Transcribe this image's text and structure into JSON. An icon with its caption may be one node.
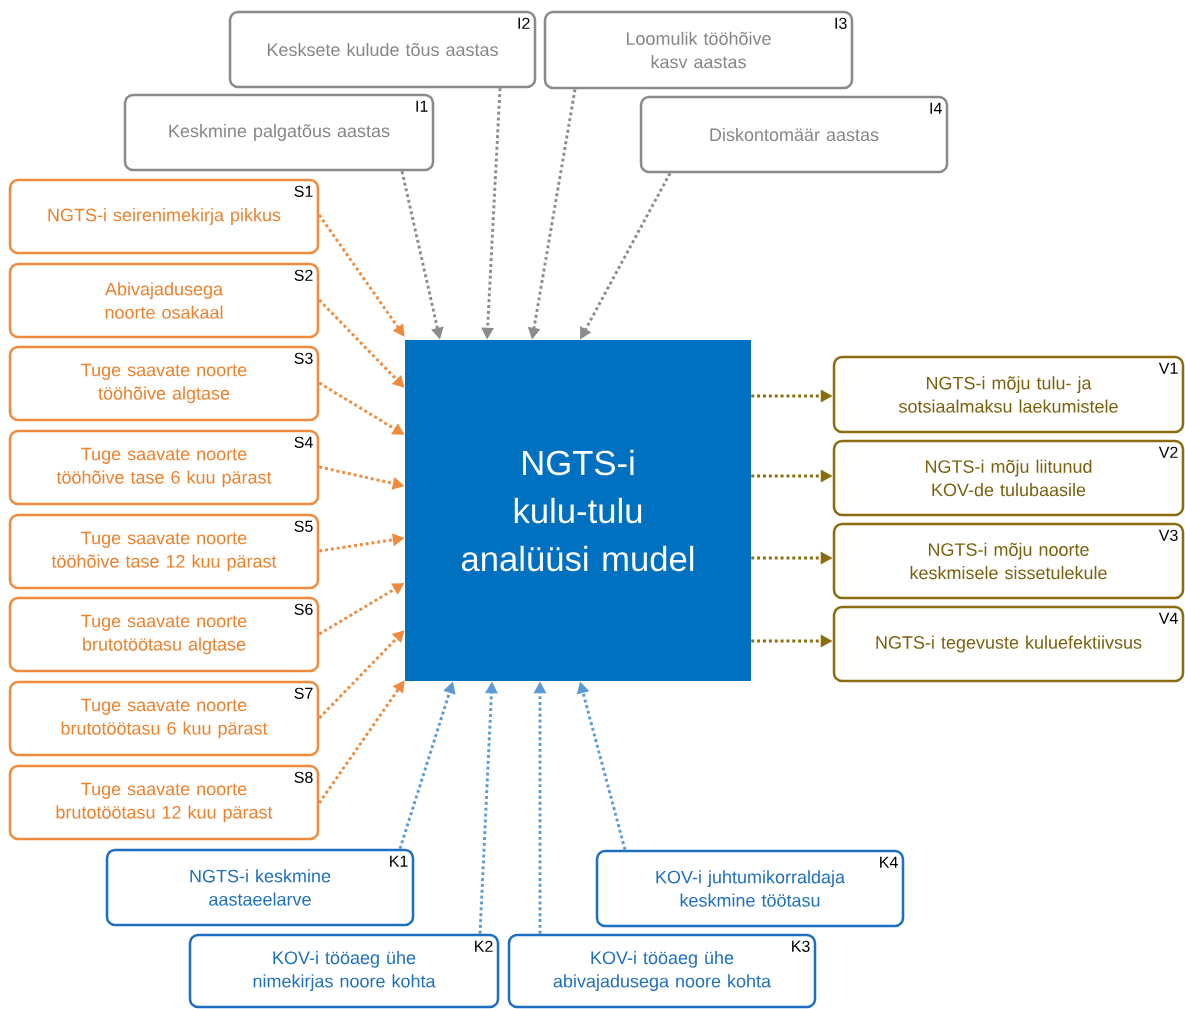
{
  "diagram": {
    "nodes": [
      {
        "text": [
          "Kesksete kulude tõus aastas",
          "I2"
        ]
      },
      {
        "text": [
          "Loomulik tööhõive kasv aastas",
          "I3"
        ]
      },
      {
        "text": [
          "Keskmine palgatõus aastas",
          "I1"
        ]
      },
      {
        "text": [
          "Diskontomäär aastas",
          "I4"
        ]
      },
      {
        "text": [
          "NGTS-i seirenimekirja pikkus",
          "S1"
        ]
      },
      {
        "text": [
          "Abivajadusega noorte osakaal",
          "S2"
        ]
      },
      {
        "text": [
          "Tuge saavate noorte tööhõive algtase",
          "S3"
        ]
      },
      {
        "text": [
          "Tuge saavate noorte tööhõive tase 6 kuu pärast",
          "S4"
        ]
      },
      {
        "text": [
          "Tuge saavate noorte tööhõive tase 12 kuu pärast",
          "S5"
        ]
      },
      {
        "text": [
          "Tuge saavate noorte brutotöötasu algtase",
          "S6"
        ]
      },
      {
        "text": [
          "Tuge saavate noorte brutotöötasu 6 kuu pärast",
          "S7"
        ]
      },
      {
        "text": [
          "Tuge saavate noorte brutotöötasu 12 kuu pärast",
          "S8"
        ]
      },
      {
        "text": [
          "NGTS-i kulu-tulu analüüsi mudel"
        ]
      },
      {
        "text": [
          "NGTS-i mõju tulu- ja sotsiaalmaksu laekumistele",
          "V1"
        ]
      },
      {
        "text": [
          "NGTS-i mõju liitunud KOV-de tulubaasile",
          "V2"
        ]
      },
      {
        "text": [
          "NGTS-i mõju noorte keskmisele sissetulekule",
          "V3"
        ]
      },
      {
        "text": [
          "NGTS-i tegevuste kuluefektiivsus",
          "V4"
        ]
      },
      {
        "text": [
          "NGTS-i keskmine aastaeelarve",
          "K1"
        ]
      },
      {
        "text": [
          "KOV-i juhtumikorraldaja keskmine töötasu",
          "K4"
        ]
      },
      {
        "text": [
          "KOV-i tööaeg ühe nimekirjas noore kohta",
          "K2"
        ]
      },
      {
        "text": [
          "KOV-i tööaeg ühe abivajadusega noore kohta",
          "K3"
        ]
      }
    ],
    "edges": [
      {
        "from": 2,
        "to": 12,
        "arrow": "to",
        "color": "#8c8c8c"
      },
      {
        "from": 0,
        "to": 12,
        "arrow": "to",
        "color": "#8c8c8c"
      },
      {
        "from": 1,
        "to": 12,
        "arrow": "to",
        "color": "#8c8c8c"
      },
      {
        "from": 3,
        "to": 12,
        "arrow": "to",
        "color": "#8c8c8c"
      },
      {
        "from": 4,
        "to": 12,
        "arrow": "to"
      },
      {
        "from": 5,
        "to": 12,
        "arrow": "to"
      },
      {
        "from": 6,
        "to": 12,
        "arrow": "to"
      },
      {
        "from": 7,
        "to": 12,
        "arrow": "to"
      },
      {
        "from": 8,
        "to": 12,
        "arrow": "to"
      },
      {
        "from": 9,
        "to": 12,
        "arrow": "to"
      },
      {
        "from": 10,
        "to": 12,
        "arrow": "to"
      },
      {
        "from": 11,
        "to": 12,
        "arrow": "to"
      },
      {
        "from": 12,
        "to": 13,
        "arrow": "to",
        "color": "#8a6d0f"
      },
      {
        "from": 12,
        "to": 14,
        "arrow": "to",
        "color": "#8a6d0f"
      },
      {
        "from": 12,
        "to": 15,
        "arrow": "to",
        "color": "#8a6d0f"
      },
      {
        "from": 12,
        "to": 16,
        "arrow": "to",
        "color": "#8a6d0f"
      },
      {
        "from": 17,
        "to": 12,
        "arrow": "to",
        "color": "#5b9bd5"
      },
      {
        "from": 19,
        "to": 12,
        "arrow": "to",
        "color": "#5b9bd5"
      },
      {
        "from": 20,
        "to": 12,
        "arrow": "to",
        "color": "#5b9bd5"
      },
      {
        "from": 18,
        "to": 12,
        "arrow": "to",
        "color": "#5b9bd5"
      }
    ]
  }
}
